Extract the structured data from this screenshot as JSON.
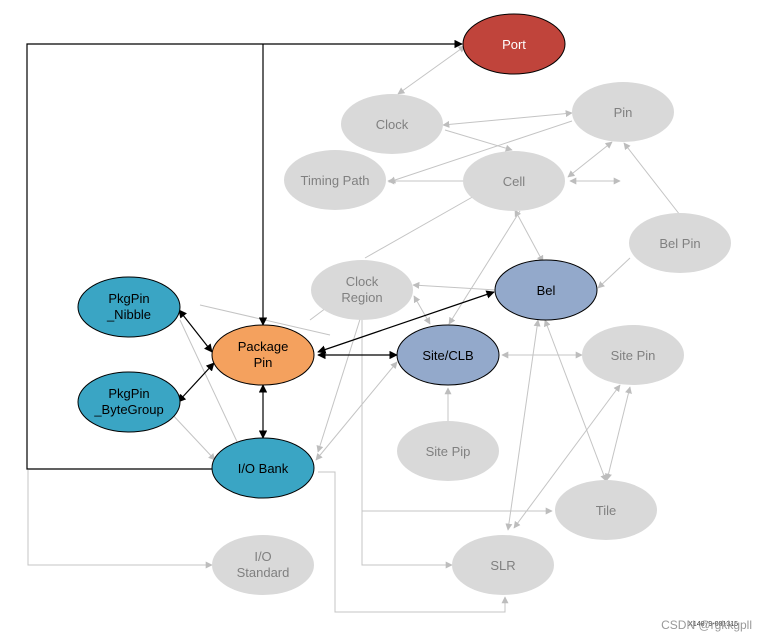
{
  "nodes": {
    "port": {
      "label": "Port",
      "fill": "#c0443b"
    },
    "clock": {
      "label": "Clock"
    },
    "pin": {
      "label": "Pin"
    },
    "timing_path": {
      "label": "Timing Path"
    },
    "cell": {
      "label": "Cell"
    },
    "bel_pin": {
      "label": "Bel Pin"
    },
    "clock_region_1": {
      "label": "Clock"
    },
    "clock_region_2": {
      "label": "Region"
    },
    "bel": {
      "label": "Bel",
      "fill": "#93a9cb"
    },
    "pkgpin_nibble_1": {
      "label": "PkgPin"
    },
    "pkgpin_nibble_2": {
      "label": "_Nibble"
    },
    "package_pin_1": {
      "label": "Package"
    },
    "package_pin_2": {
      "label": "Pin"
    },
    "site_clb": {
      "label": "Site/CLB",
      "fill": "#93a9cb"
    },
    "site_pin": {
      "label": "Site Pin"
    },
    "pkgpin_bytegroup_1": {
      "label": "PkgPin"
    },
    "pkgpin_bytegroup_2": {
      "label": "_ByteGroup"
    },
    "site_pip": {
      "label": "Site Pip"
    },
    "io_bank": {
      "label": "I/O Bank"
    },
    "tile": {
      "label": "Tile"
    },
    "io_standard_1": {
      "label": "I/O"
    },
    "io_standard_2": {
      "label": "Standard"
    },
    "slr": {
      "label": "SLR"
    }
  },
  "colors": {
    "gray_fill": "#d9d9d9",
    "gray_text": "#808080",
    "teal": "#3aa5c4",
    "orange": "#f4a15e",
    "edge_gray": "#c4c4c4",
    "edge_black": "#000000"
  },
  "footer": {
    "doc_id": "X14879-081315",
    "watermark": "CSDN @rgkkgpll"
  }
}
